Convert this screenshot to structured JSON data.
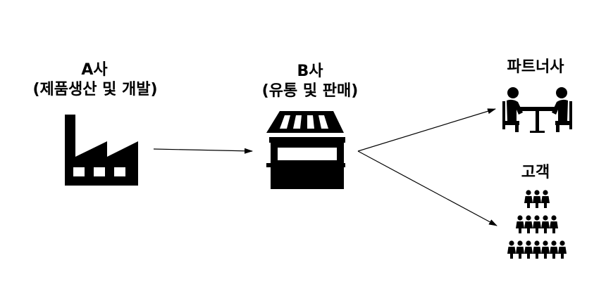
{
  "nodes": {
    "company_a": {
      "name": "A사",
      "role": "(제품생산 및 개발)",
      "icon": "factory-icon"
    },
    "company_b": {
      "name": "B사",
      "role": "(유통 및 판매)",
      "icon": "store-icon"
    },
    "partner": {
      "name": "파트너사",
      "icon": "meeting-table-icon"
    },
    "customer": {
      "name": "고객",
      "icon": "crowd-icon"
    }
  },
  "edges": [
    {
      "from": "company_a",
      "to": "company_b"
    },
    {
      "from": "company_b",
      "to": "partner"
    },
    {
      "from": "company_b",
      "to": "customer"
    }
  ],
  "colors": {
    "ink": "#000000",
    "background": "#ffffff"
  }
}
